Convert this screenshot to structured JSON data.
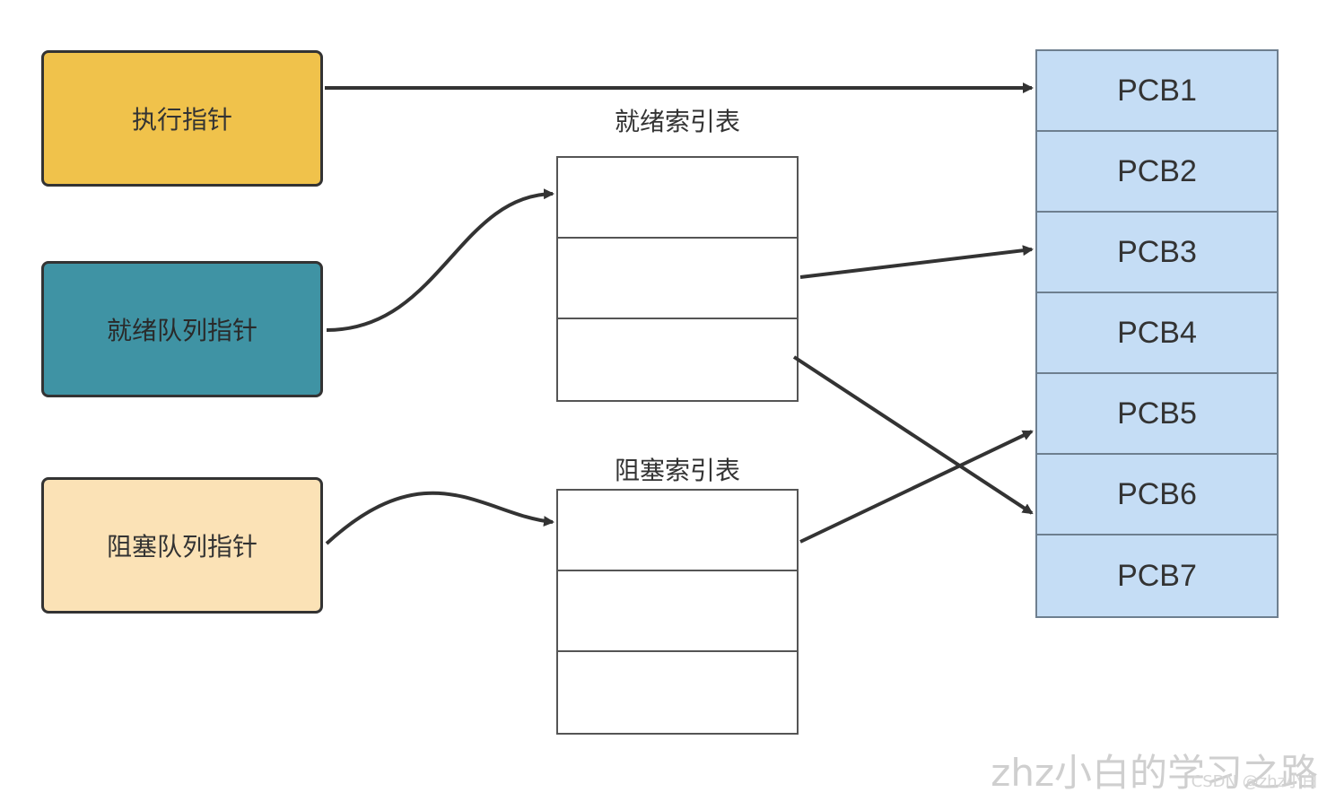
{
  "pointers": {
    "exec": "执行指针",
    "ready": "就绪队列指针",
    "block": "阻塞队列指针"
  },
  "ready_index": {
    "title": "就绪索引表",
    "cells": [
      "",
      "",
      ""
    ]
  },
  "block_index": {
    "title": "阻塞索引表",
    "cells": [
      "",
      "",
      ""
    ]
  },
  "pcbs": [
    "PCB1",
    "PCB2",
    "PCB3",
    "PCB4",
    "PCB5",
    "PCB6",
    "PCB7"
  ],
  "watermark": "zhz小白的学习之路",
  "watermark_small": "CSDN @zhz小白",
  "colors": {
    "exec": "#f0c24b",
    "ready": "#3f93a4",
    "block": "#fbe2b6",
    "pcb": "#c5ddf5",
    "arrow": "#333333"
  }
}
